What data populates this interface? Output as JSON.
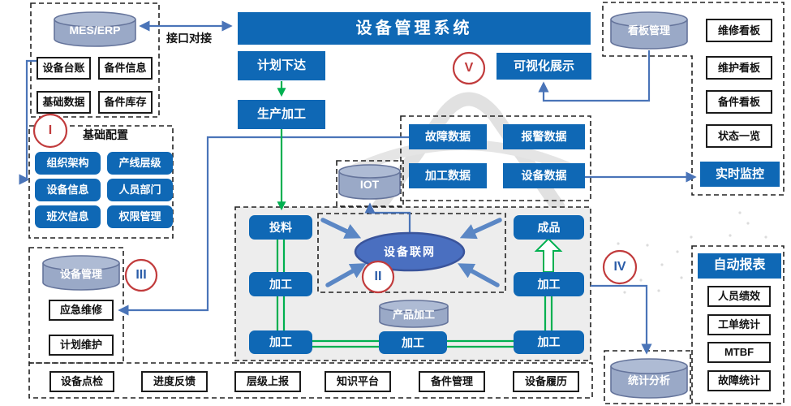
{
  "colors": {
    "primary_blue": "#0f68b5",
    "connector_blue": "#4a74b8",
    "flow_green": "#00b050",
    "circle_red": "#c13b3c",
    "cylinder_fill": "#9aa9c7",
    "center_panel_gray": "#ededed"
  },
  "diagram": {
    "title": "设备管理系统",
    "interface_link": "接口对接",
    "mes_panel": {
      "cylinder": "MES/ERP",
      "items": [
        "设备台账",
        "备件信息",
        "基础数据",
        "备件库存"
      ]
    },
    "base_config": {
      "numeral": "I",
      "title": "基础配置",
      "items": [
        "组织架构",
        "产线层级",
        "设备信息",
        "人员部门",
        "班次信息",
        "权限管理"
      ]
    },
    "plan_issue": "计划下达",
    "production": "生产加工",
    "visualization": "可视化展示",
    "visual_numeral": "V",
    "data_panel": {
      "items": [
        "故障数据",
        "报警数据",
        "加工数据",
        "设备数据"
      ],
      "iot": "IOT"
    },
    "kanban_panel": {
      "cylinder": "看板管理",
      "boards": [
        "维修看板",
        "维护看板",
        "备件看板",
        "状态一览"
      ],
      "monitor": "实时监控"
    },
    "device_panel": {
      "cylinder": "设备管理",
      "numeral": "III",
      "items": [
        "应急维修",
        "计划维护",
        "设备点检"
      ]
    },
    "bottom_row": [
      "进度反馈",
      "层级上报",
      "知识平台",
      "备件管理",
      "设备履历"
    ],
    "process_panel": {
      "feed": "投料",
      "machining": "加工",
      "finished": "成品",
      "network": "设备联网",
      "numeral": "II",
      "product_cylinder": "产品加工"
    },
    "report_panel": {
      "title": "自动报表",
      "numeral": "IV",
      "items": [
        "人员绩效",
        "工单统计",
        "MTBF",
        "故障统计"
      ],
      "stats_cylinder": "统计分析"
    }
  }
}
